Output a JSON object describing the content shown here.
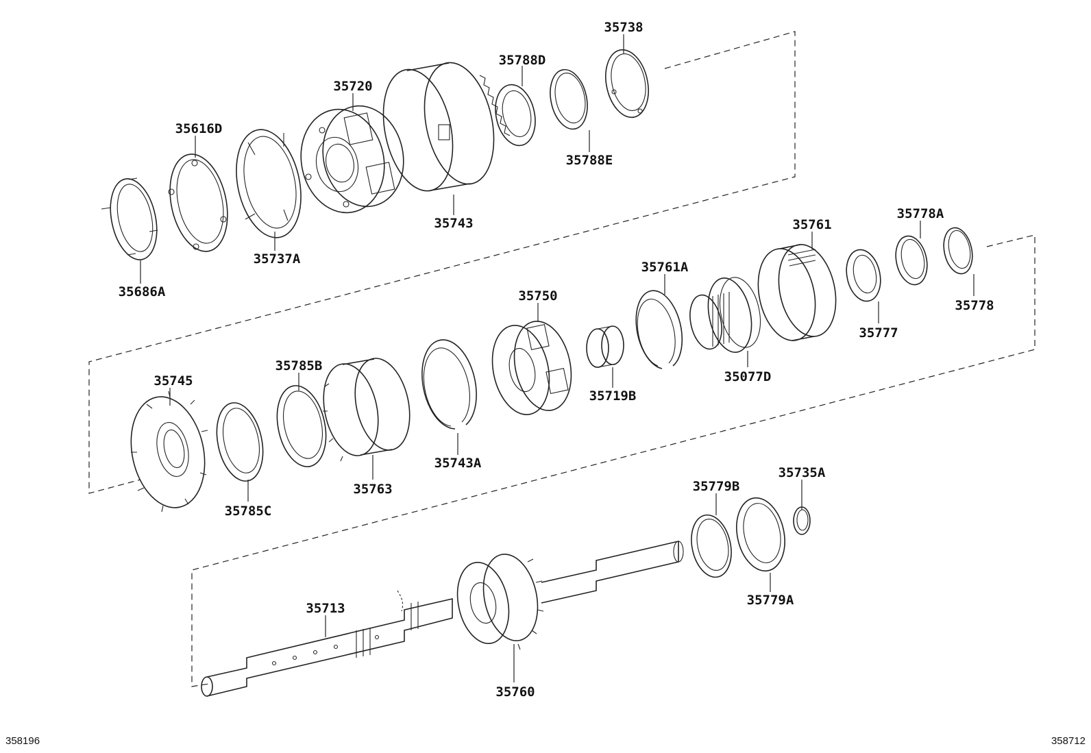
{
  "parts": {
    "p35738": "35738",
    "p35788D": "35788D",
    "p35720": "35720",
    "p35616D": "35616D",
    "p35788E": "35788E",
    "p35743": "35743",
    "p35737A": "35737A",
    "p35686A": "35686A",
    "p35761": "35761",
    "p35778A": "35778A",
    "p35761A": "35761A",
    "p35750": "35750",
    "p35778": "35778",
    "p35777": "35777",
    "p35077D": "35077D",
    "p35719B": "35719B",
    "p35745": "35745",
    "p35785B": "35785B",
    "p35743A": "35743A",
    "p35763": "35763",
    "p35785C": "35785C",
    "p35735A": "35735A",
    "p35779B": "35779B",
    "p35713": "35713",
    "p35779A": "35779A",
    "p35760": "35760"
  },
  "footer": {
    "left_code": "358196",
    "right_code": "358712"
  }
}
